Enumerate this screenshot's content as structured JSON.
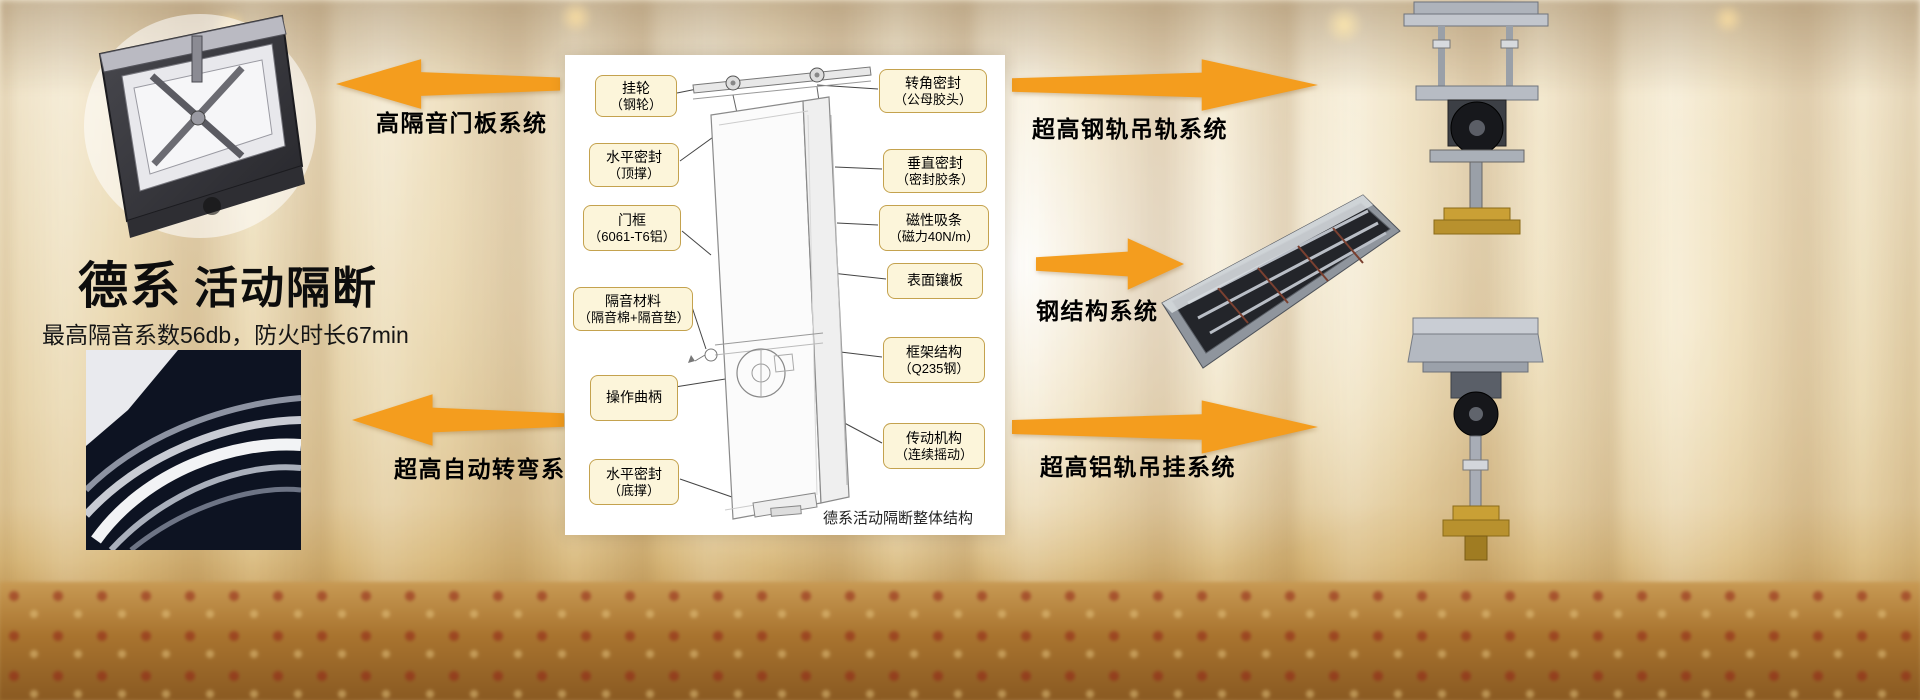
{
  "title": {
    "brand": "德系",
    "name": "活动隔断",
    "subtitle": "最高隔音系数56db，防火时长67min"
  },
  "systems": {
    "door_panel": "高隔音门板系统",
    "auto_turn": "超高自动转弯系统",
    "steel_rail": "超高钢轨吊轨系统",
    "steel_structure": "钢结构系统",
    "aluminum_rail": "超高铝轨吊挂系统"
  },
  "diagram": {
    "caption": "德系活动隔断整体结构",
    "labels_left": [
      {
        "line1": "挂轮",
        "line2": "（钢轮）"
      },
      {
        "line1": "水平密封",
        "line2": "（顶撑）"
      },
      {
        "line1": "门框",
        "line2": "（6061-T6铝）"
      },
      {
        "line1": "隔音材料",
        "line2": "（隔音棉+隔音垫）"
      },
      {
        "line1": "操作曲柄",
        "line2": ""
      },
      {
        "line1": "水平密封",
        "line2": "（底撑）"
      }
    ],
    "labels_right": [
      {
        "line1": "转角密封",
        "line2": "（公母胶头）"
      },
      {
        "line1": "垂直密封",
        "line2": "（密封胶条）"
      },
      {
        "line1": "磁性吸条",
        "line2": "（磁力40N/m）"
      },
      {
        "line1": "表面镶板",
        "line2": ""
      },
      {
        "line1": "框架结构",
        "line2": "（Q235钢）"
      },
      {
        "line1": "传动机构",
        "line2": "（连续摇动）"
      }
    ]
  },
  "colors": {
    "arrow": "#F49D1E",
    "callout_bg": "#FCF5DA",
    "callout_border": "#C4A24E"
  }
}
